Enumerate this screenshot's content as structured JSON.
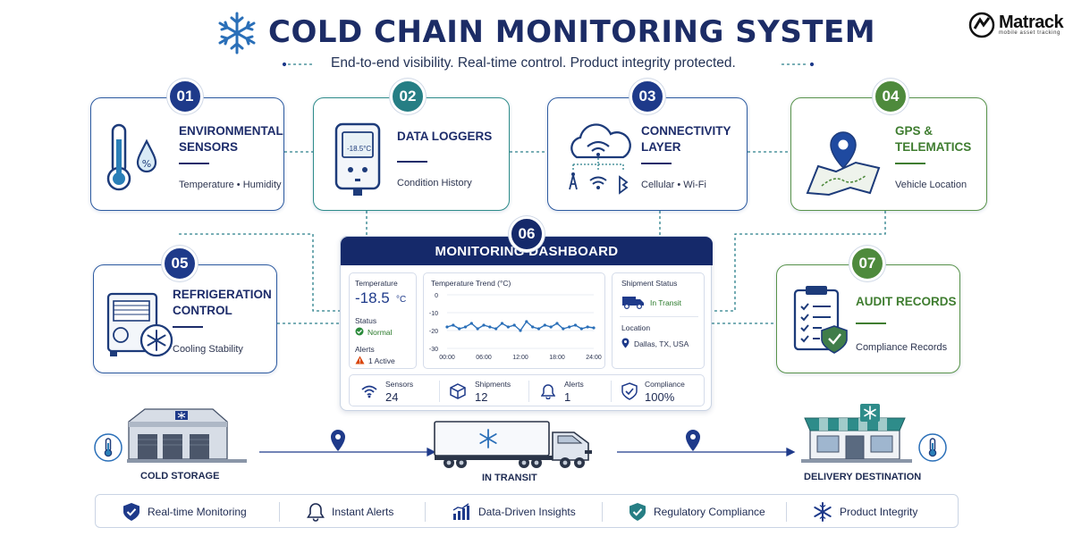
{
  "header": {
    "title": "COLD CHAIN MONITORING SYSTEM",
    "subtitle": "End-to-end visibility. Real-time control. Product integrity protected.",
    "logo": "Matrack",
    "logo_tagline": "mobile asset tracking"
  },
  "colors": {
    "navy": "#1e3a8a",
    "teal": "#267e84",
    "green": "#4e8a3c",
    "alert": "#d9480f"
  },
  "cards": [
    {
      "number": "01",
      "title_1": "ENVIRONMENTAL",
      "title_2": "SENSORS",
      "desc": "Temperature • Humidity",
      "icon": "thermometer-humidity-icon"
    },
    {
      "number": "02",
      "title_1": "DATA LOGGERS",
      "title_2": "",
      "desc": "Condition History",
      "icon": "data-logger-icon",
      "device_reading": "-18.5°C"
    },
    {
      "number": "03",
      "title_1": "CONNECTIVITY",
      "title_2": "LAYER",
      "desc": "Cellular • Wi-Fi",
      "icon": "cloud-wifi-icon"
    },
    {
      "number": "04",
      "title_1": "GPS &",
      "title_2": "TELEMATICS",
      "desc": "Vehicle Location",
      "icon": "map-pin-icon"
    },
    {
      "number": "05",
      "title_1": "REFRIGERATION",
      "title_2": "CONTROL",
      "desc": "Cooling Stability",
      "icon": "refrigeration-unit-icon"
    },
    {
      "number": "07",
      "title_1": "AUDIT RECORDS",
      "title_2": "",
      "desc": "Compliance Records",
      "icon": "clipboard-check-icon"
    }
  ],
  "dashboard": {
    "number": "06",
    "title": "MONITORING DASHBOARD",
    "temperature_label": "Temperature",
    "temperature_value": "-18.5",
    "temperature_unit": "°C",
    "status_label": "Status",
    "status_value": "Normal",
    "alerts_label": "Alerts",
    "alerts_value": "1 Active",
    "trend_title": "Temperature Trend (°C)",
    "trend_y_ticks": [
      "0",
      "-10",
      "-20",
      "-30"
    ],
    "trend_x_ticks": [
      "00:00",
      "06:00",
      "12:00",
      "18:00",
      "24:00"
    ],
    "shipment_label": "Shipment Status",
    "shipment_value": "In Transit",
    "location_label": "Location",
    "location_value": "Dallas, TX, USA",
    "stats": [
      {
        "label": "Sensors",
        "value": "24",
        "icon": "wifi-icon"
      },
      {
        "label": "Shipments",
        "value": "12",
        "icon": "package-icon"
      },
      {
        "label": "Alerts",
        "value": "1",
        "icon": "bell-icon"
      },
      {
        "label": "Compliance",
        "value": "100%",
        "icon": "shield-check-icon"
      }
    ]
  },
  "chart_data": {
    "type": "line",
    "title": "Temperature Trend (°C)",
    "x": [
      "00:00",
      "01:00",
      "02:00",
      "03:00",
      "04:00",
      "05:00",
      "06:00",
      "07:00",
      "08:00",
      "09:00",
      "10:00",
      "11:00",
      "12:00",
      "13:00",
      "14:00",
      "15:00",
      "16:00",
      "17:00",
      "18:00",
      "19:00",
      "20:00",
      "21:00",
      "22:00",
      "23:00",
      "24:00"
    ],
    "values": [
      -18,
      -17,
      -19,
      -18,
      -16,
      -19,
      -17,
      -18,
      -19,
      -16,
      -18,
      -17,
      -20,
      -15,
      -18,
      -19,
      -17,
      -18,
      -16,
      -19,
      -18,
      -17,
      -19,
      -18,
      -18.5
    ],
    "ylim": [
      -30,
      0
    ],
    "y_ticks": [
      0,
      -10,
      -20,
      -30
    ],
    "x_ticks": [
      "00:00",
      "06:00",
      "12:00",
      "18:00",
      "24:00"
    ],
    "grid": true,
    "legend": "none"
  },
  "journey": {
    "stages": [
      "COLD STORAGE",
      "IN TRANSIT",
      "DELIVERY DESTINATION"
    ]
  },
  "benefits": [
    {
      "label": "Real-time Monitoring",
      "icon": "shield-check-icon"
    },
    {
      "label": "Instant Alerts",
      "icon": "bell-icon"
    },
    {
      "label": "Data-Driven Insights",
      "icon": "bar-chart-icon"
    },
    {
      "label": "Regulatory Compliance",
      "icon": "shield-check-icon"
    },
    {
      "label": "Product Integrity",
      "icon": "snowflake-icon"
    }
  ]
}
